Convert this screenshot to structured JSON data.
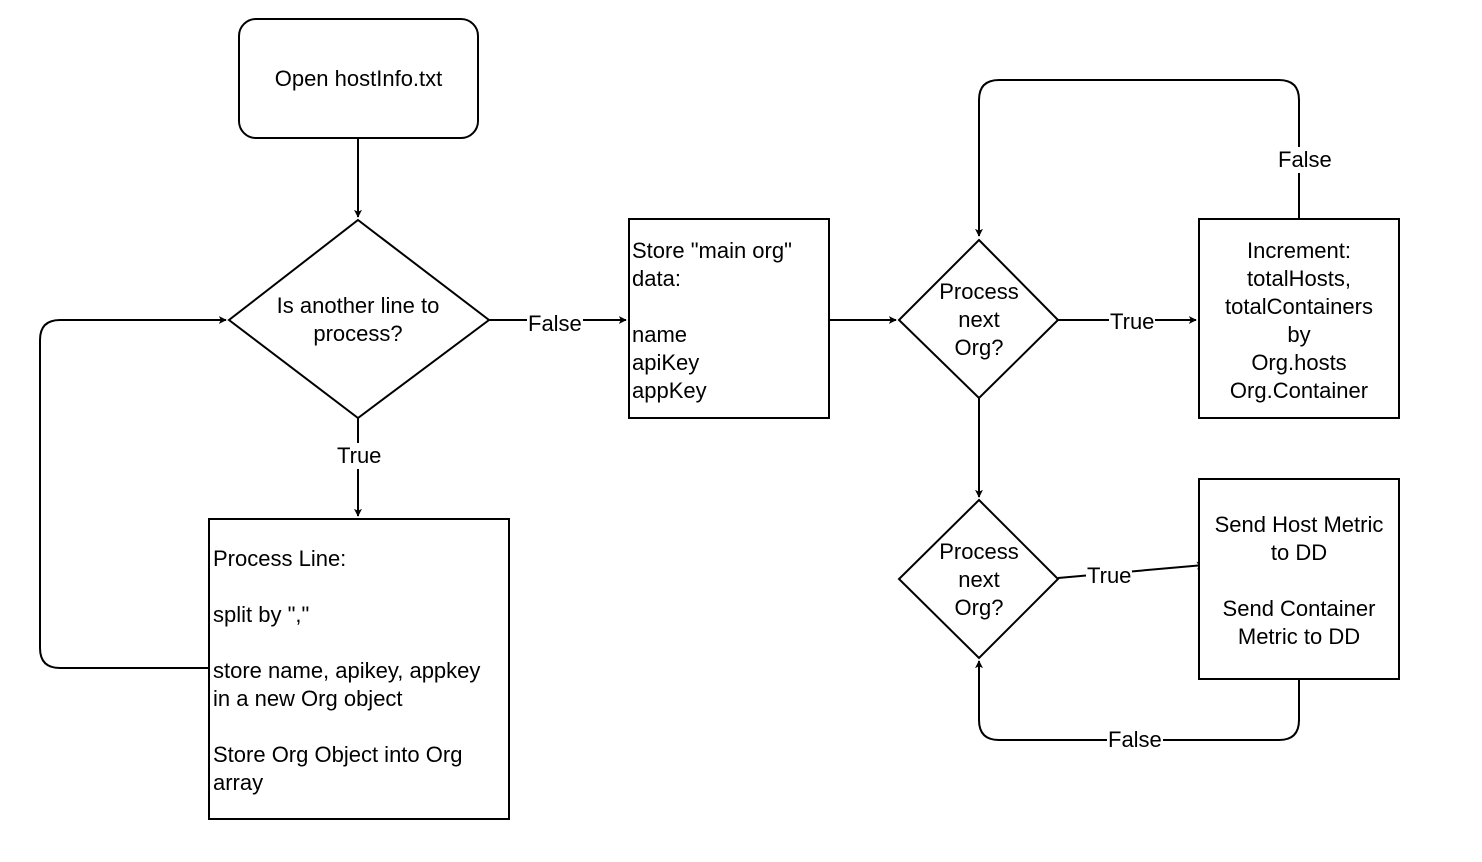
{
  "nodes": {
    "open_file": "Open hostInfo.txt",
    "line_decision": "Is another line to\nprocess?",
    "process_line": {
      "title": "Process Line:",
      "step1": "split by \",\"",
      "step2": "store name, apikey, appkey\nin a new Org object",
      "step3": "Store Org Object into Org\narray"
    },
    "store_main": {
      "title": "Store \"main org\"\ndata:",
      "fields": "name\napiKey\nappKey"
    },
    "org_decision_1": "Process\nnext\nOrg?",
    "increment": "Increment:\ntotalHosts,\ntotalContainers\nby\nOrg.hosts\nOrg.Container",
    "org_decision_2": "Process\nnext\nOrg?",
    "send_metrics": {
      "line1": "Send Host Metric\nto DD",
      "line2": "Send Container\nMetric to DD"
    }
  },
  "edge_labels": {
    "line_false": "False",
    "line_true": "True",
    "org1_true": "True",
    "org1_false_loop": "False",
    "org2_true": "True",
    "org2_false_loop": "False"
  }
}
